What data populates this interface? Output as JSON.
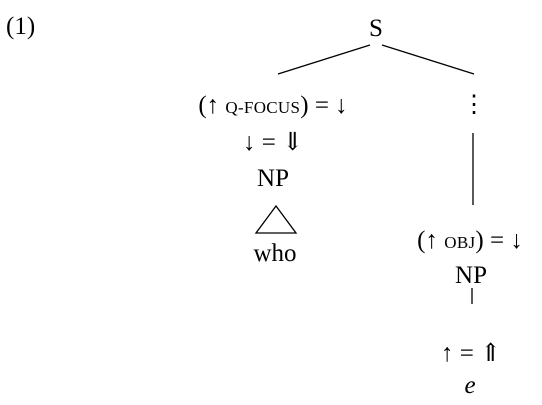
{
  "example_number": "(1)",
  "root": {
    "label": "S"
  },
  "left_branch": {
    "annotation": {
      "open": "(↑ ",
      "feature": "Q-FOCUS",
      "close": ") = ↓"
    },
    "equation": "↓ = ⇓",
    "category": "NP",
    "word": "who"
  },
  "right_branch": {
    "dots": "⋮",
    "annotation": {
      "open": "(↑ ",
      "feature": "OBJ",
      "close": ") = ↓"
    },
    "category": "NP",
    "equation": "↑ = ⇑",
    "word": "e"
  }
}
